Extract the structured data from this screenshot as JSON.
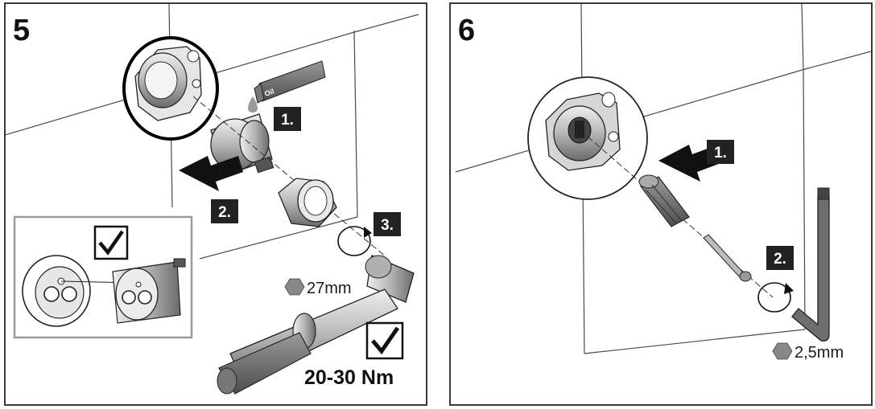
{
  "panels": [
    {
      "step_number": "5",
      "sub_steps": [
        "1.",
        "2.",
        "3."
      ],
      "wrench_size": "27mm",
      "torque": "20-30 Nm",
      "grease_tube_label": "Oil"
    },
    {
      "step_number": "6",
      "sub_steps": [
        "1.",
        "2."
      ],
      "hex_key_size": "2,5mm"
    }
  ],
  "colors": {
    "frame": "#3a3a3a",
    "tile_line": "#4a4a4a",
    "tag_background": "#222222",
    "part_light": "#d9d9d9",
    "part_mid": "#a8a8a8",
    "part_dark": "#6e6e6e",
    "check_inset_border": "#9a9a9a"
  }
}
